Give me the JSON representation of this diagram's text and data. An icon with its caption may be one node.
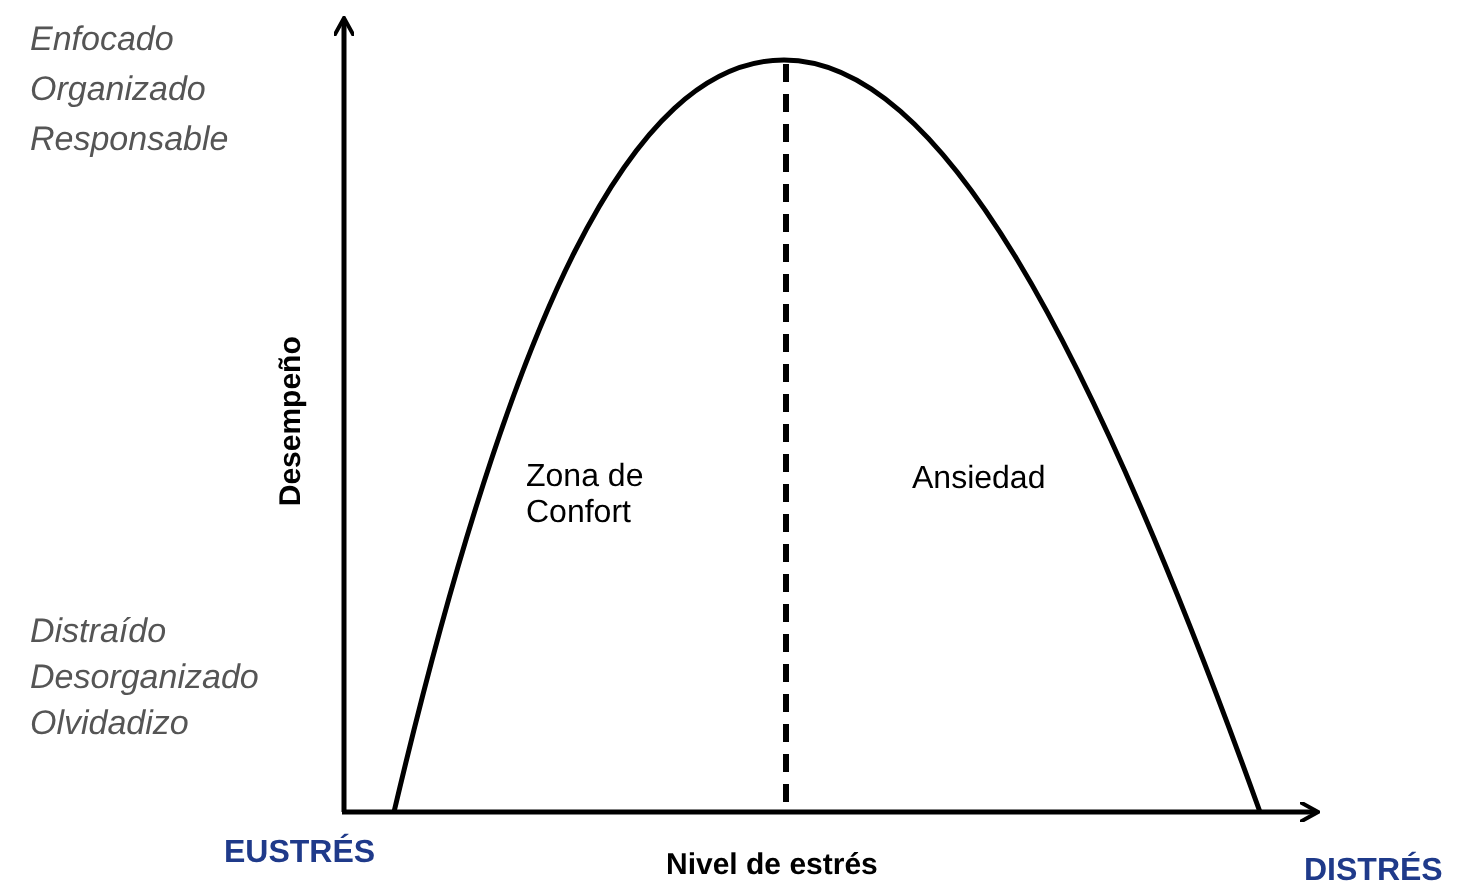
{
  "diagram": {
    "labels": [
      "Enfocado",
      "Organizado",
      "Responsable",
      "Desempeño",
      "Zona de Confort",
      "Ansiedad",
      "Distraído",
      "Desorganizado",
      "Olvidadizo",
      "EUSTRÉS",
      "Nivel de estrés",
      "DISTRÉS"
    ]
  }
}
